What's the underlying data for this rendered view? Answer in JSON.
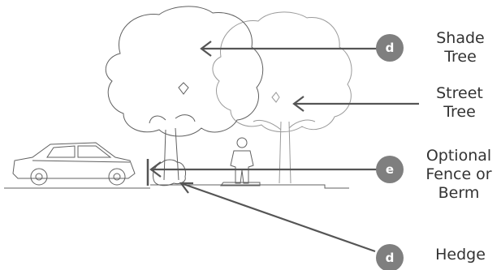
{
  "labels": {
    "shade_tree": [
      "Shade",
      "Tree"
    ],
    "street_tree": [
      "Street",
      "Tree"
    ],
    "fence": [
      "Optional",
      "Fence or",
      "Berm"
    ],
    "hedge": "Hedge"
  },
  "badges": {
    "shade": "d",
    "fence": "e",
    "hedge": "d"
  },
  "colors": {
    "badge": "#7f7f7f",
    "arrow": "#555555",
    "text": "#333333",
    "sketch": "#606060"
  },
  "icons": {
    "car": "car-sketch",
    "person": "person-sketch",
    "shade_tree": "shade-tree-sketch",
    "street_tree": "street-tree-sketch",
    "fence": "fence-post-sketch",
    "hedge": "hedge-shrub-sketch"
  }
}
